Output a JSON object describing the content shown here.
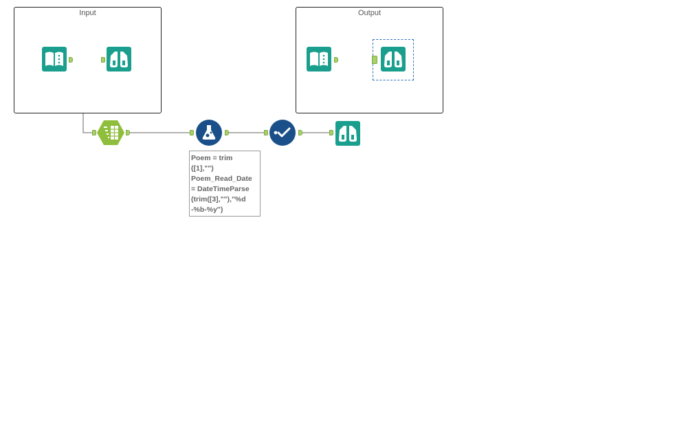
{
  "containers": {
    "input_title": "Input",
    "output_title": "Output"
  },
  "annotation": {
    "text": "Poem = trim\n([1],\"\")\nPoem_Read_Date\n= DateTimeParse\n(trim([3],\"\"),\"%d\n-%b-%y\")"
  },
  "colors": {
    "teal": "#1a9f8e",
    "navy": "#1a4f8a",
    "lime": "#8fbe3c",
    "wire": "#999999",
    "selected_wire": "#2222cc"
  },
  "tools": [
    {
      "name": "input-text-tool",
      "icon": "book-icon"
    },
    {
      "name": "input-browse-tool",
      "icon": "binoculars-icon"
    },
    {
      "name": "text-to-columns-tool",
      "icon": "text-columns-icon"
    },
    {
      "name": "formula-tool",
      "icon": "flask-icon"
    },
    {
      "name": "select-tool",
      "icon": "checkmark-icon"
    },
    {
      "name": "final-browse-tool",
      "icon": "binoculars-icon"
    },
    {
      "name": "output-text-tool",
      "icon": "book-icon"
    },
    {
      "name": "output-browse-tool",
      "icon": "binoculars-icon"
    }
  ]
}
